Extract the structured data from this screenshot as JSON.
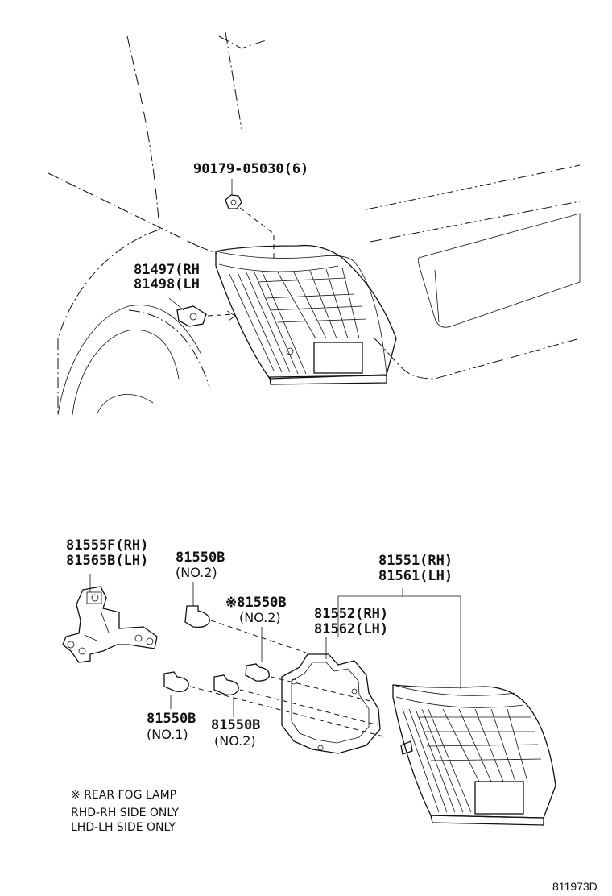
{
  "labels": {
    "bolt": "90179-05030(6)",
    "bracket_rh": "81497(RH",
    "bracket_lh": "81498(LH",
    "socket_rh": "81555F(RH)",
    "socket_lh": "81565B(LH)",
    "bulb_top": "81550B",
    "bulb_top_no": "(NO.2)",
    "fog_bulb": "※81550B",
    "fog_bulb_no": "(NO.2)",
    "lamp_rh": "81551(RH)",
    "lamp_lh": "81561(LH)",
    "gasket_rh": "81552(RH)",
    "gasket_lh": "81562(LH)",
    "bulb_no1": "81550B",
    "bulb_no1_no": "(NO.1)",
    "bulb_no2": "81550B",
    "bulb_no2_no": "(NO.2)"
  },
  "notes": {
    "fog": "※ REAR FOG LAMP",
    "rhd": "RHD-RH SIDE ONLY",
    "lhd": "LHD-LH SIDE ONLY"
  },
  "diagram_code": "811973D"
}
